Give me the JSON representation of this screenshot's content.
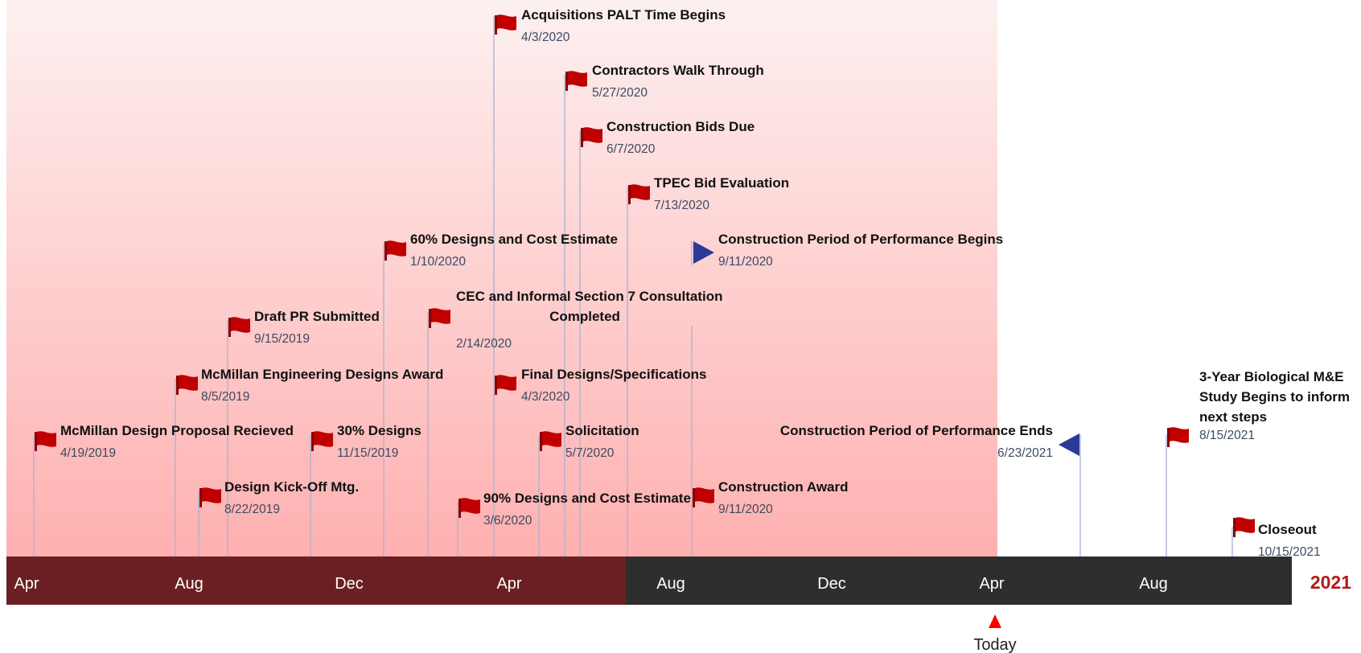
{
  "timeline": {
    "months": [
      "Apr",
      "Aug",
      "Dec",
      "Apr",
      "Aug",
      "Dec",
      "Apr",
      "Aug"
    ],
    "year_label": "2021",
    "today_label": "Today",
    "colors": {
      "elapsed_band": "#6b1f22",
      "future_band": "#2e2e2e",
      "shade_top": "#fdf0f0",
      "shade_bottom": "#ffb0b0",
      "flag_red": "#c00000",
      "triangle_blue": "#2b3a96",
      "stem": "#a9b2d1",
      "today_marker": "#ff0000",
      "year_label": "#b11b1b"
    },
    "milestones": [
      {
        "id": "acquisitions-palt",
        "title": [
          "Acquisitions PALT Time Begins"
        ],
        "date": "4/3/2020",
        "icon": "flag-icon"
      },
      {
        "id": "contractors-walk-through",
        "title": [
          "Contractors Walk Through"
        ],
        "date": "5/27/2020",
        "icon": "flag-icon"
      },
      {
        "id": "construction-bids-due",
        "title": [
          "Construction Bids Due"
        ],
        "date": "6/7/2020",
        "icon": "flag-icon"
      },
      {
        "id": "tpec-bid-evaluation",
        "title": [
          "TPEC Bid Evaluation"
        ],
        "date": "7/13/2020",
        "icon": "flag-icon"
      },
      {
        "id": "designs-60",
        "title": [
          "60% Designs and Cost Estimate"
        ],
        "date": "1/10/2020",
        "icon": "flag-icon"
      },
      {
        "id": "construction-pop-begins",
        "title": [
          "Construction Period of Performance Begins"
        ],
        "date": "9/11/2020",
        "icon": "triangle-right-icon"
      },
      {
        "id": "cec-consultation",
        "title": [
          "CEC and Informal Section 7 Consultation",
          "Completed"
        ],
        "date": "2/14/2020",
        "icon": "flag-icon"
      },
      {
        "id": "draft-pr-submitted",
        "title": [
          "Draft PR Submitted"
        ],
        "date": "9/15/2019",
        "icon": "flag-icon"
      },
      {
        "id": "mcmillan-designs-award",
        "title": [
          "McMillan Engineering Designs Award"
        ],
        "date": "8/5/2019",
        "icon": "flag-icon"
      },
      {
        "id": "final-designs",
        "title": [
          "Final Designs/Specifications"
        ],
        "date": "4/3/2020",
        "icon": "flag-icon"
      },
      {
        "id": "mcmillan-proposal",
        "title": [
          "McMillan Design Proposal Recieved"
        ],
        "date": "4/19/2019",
        "icon": "flag-icon"
      },
      {
        "id": "designs-30",
        "title": [
          "30% Designs"
        ],
        "date": "11/15/2019",
        "icon": "flag-icon"
      },
      {
        "id": "solicitation",
        "title": [
          "Solicitation"
        ],
        "date": "5/7/2020",
        "icon": "flag-icon"
      },
      {
        "id": "construction-pop-ends",
        "title": [
          "Construction Period of Performance Ends"
        ],
        "date": "6/23/2021",
        "icon": "triangle-left-icon"
      },
      {
        "id": "biological-study",
        "title": [
          "3-Year Biological M&E",
          "Study Begins to inform",
          "next steps"
        ],
        "date": "8/15/2021",
        "icon": "flag-icon"
      },
      {
        "id": "design-kickoff",
        "title": [
          "Design Kick-Off Mtg."
        ],
        "date": "8/22/2019",
        "icon": "flag-icon"
      },
      {
        "id": "designs-90",
        "title": [
          "90% Designs and Cost Estimate"
        ],
        "date": "3/6/2020",
        "icon": "flag-icon"
      },
      {
        "id": "construction-award",
        "title": [
          "Construction Award"
        ],
        "date": "9/11/2020",
        "icon": "flag-icon"
      },
      {
        "id": "closeout",
        "title": [
          "Closeout"
        ],
        "date": "10/15/2021",
        "icon": "flag-icon"
      }
    ]
  }
}
